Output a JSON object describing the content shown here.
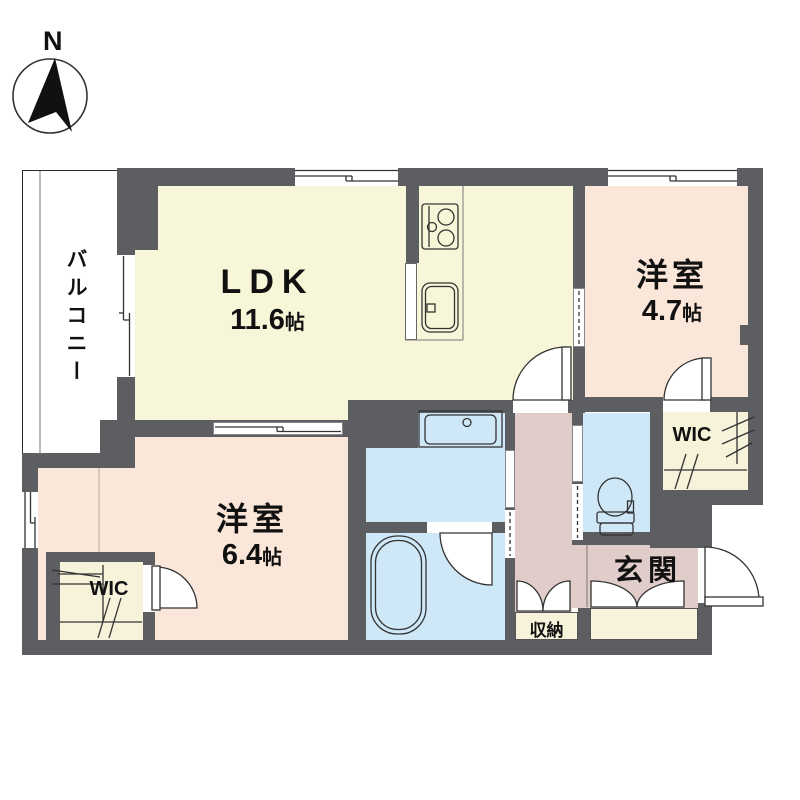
{
  "compass": {
    "north_label": "N"
  },
  "rooms": {
    "balcony": {
      "label": "バルコニー"
    },
    "ldk": {
      "name": "LDK",
      "size": "11.6",
      "unit": "帖"
    },
    "bedroom_upper": {
      "name": "洋室",
      "size": "4.7",
      "unit": "帖"
    },
    "bedroom_lower": {
      "name": "洋室",
      "size": "6.4",
      "unit": "帖"
    },
    "wic_upper": {
      "label": "WIC"
    },
    "wic_lower": {
      "label": "WIC"
    },
    "entrance": {
      "label": "玄関"
    },
    "hall_storage": {
      "label": "収納"
    }
  },
  "colors": {
    "wall": "#5d5e61",
    "ldk_floor": "#f7f6d8",
    "bedroom_floor": "#fbe7da",
    "wet_area_floor": "#cfe8f8",
    "hall_floor": "#e0cdc9",
    "closet_floor": "#f6f3da",
    "balcony_floor": "#ffffff",
    "opening": "#ffffff"
  }
}
